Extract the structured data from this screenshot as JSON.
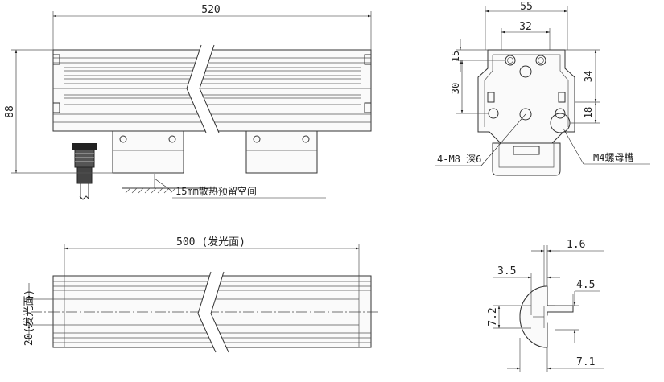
{
  "front_view": {
    "length_label": "520",
    "height_label": "88",
    "clearance_note": "15mm散热预留空间"
  },
  "side_view": {
    "width_label": "55",
    "hole_span_label": "32",
    "top_offset_label": "15",
    "hole_offset_label": "30",
    "right_upper_label": "34",
    "right_lower_label": "18",
    "thread_callout": "4-M8 深6",
    "nut_slot_callout": "M4螺母槽"
  },
  "top_view": {
    "emit_length_label": "500 (发光面)",
    "emit_width_label": "20(发光面)"
  },
  "slot_detail": {
    "lip_label": "1.6",
    "depth_label": "3.5",
    "neck_label": "4.5",
    "height_label": "7.2",
    "width_label": "7.1"
  }
}
